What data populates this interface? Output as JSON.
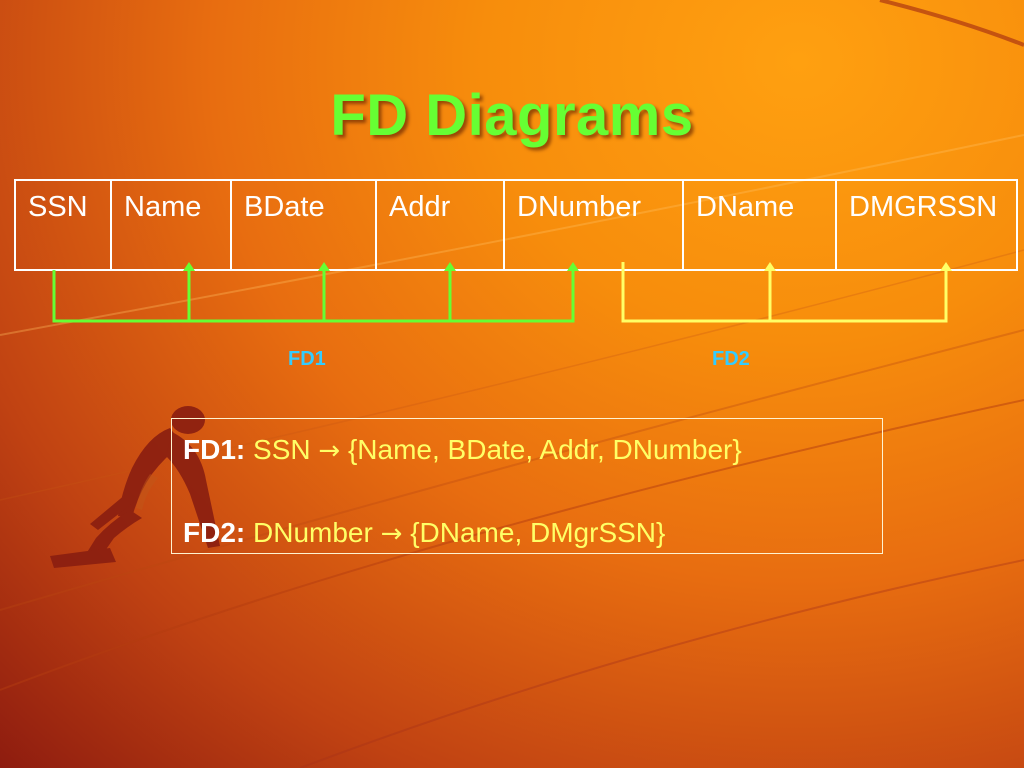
{
  "slide": {
    "title": "FD Diagrams",
    "colors": {
      "title": "#66ff33",
      "fd1_lines": "#66ff33",
      "fd2_lines": "#ffff66",
      "fd_labels": "#33ccff",
      "text": "#ffffff",
      "dependency_text": "#ffff66"
    }
  },
  "attributes": [
    {
      "name": "SSN",
      "group": "fd1-determinant"
    },
    {
      "name": "Name",
      "group": "fd1-dependent"
    },
    {
      "name": "BDate",
      "group": "fd1-dependent"
    },
    {
      "name": "Addr",
      "group": "fd1-dependent"
    },
    {
      "name": "DNumber",
      "group": "fd1-dependent fd2-determinant"
    },
    {
      "name": "DName",
      "group": "fd2-dependent"
    },
    {
      "name": "DMGRSSN",
      "group": "fd2-dependent"
    }
  ],
  "diagram": {
    "fd1_label": "FD1",
    "fd2_label": "FD2"
  },
  "dependencies": [
    {
      "key": "FD1:",
      "lhs": "SSN",
      "arrow": "→",
      "rhs": "{Name, BDate, Addr, DNumber}"
    },
    {
      "key": "FD2:",
      "lhs": "DNumber",
      "arrow": "→",
      "rhs": "{DName, DMgrSSN}"
    }
  ],
  "icons": {
    "runner": "sprinter-in-blocks-icon",
    "arrowhead": "arrowhead-up-icon"
  }
}
